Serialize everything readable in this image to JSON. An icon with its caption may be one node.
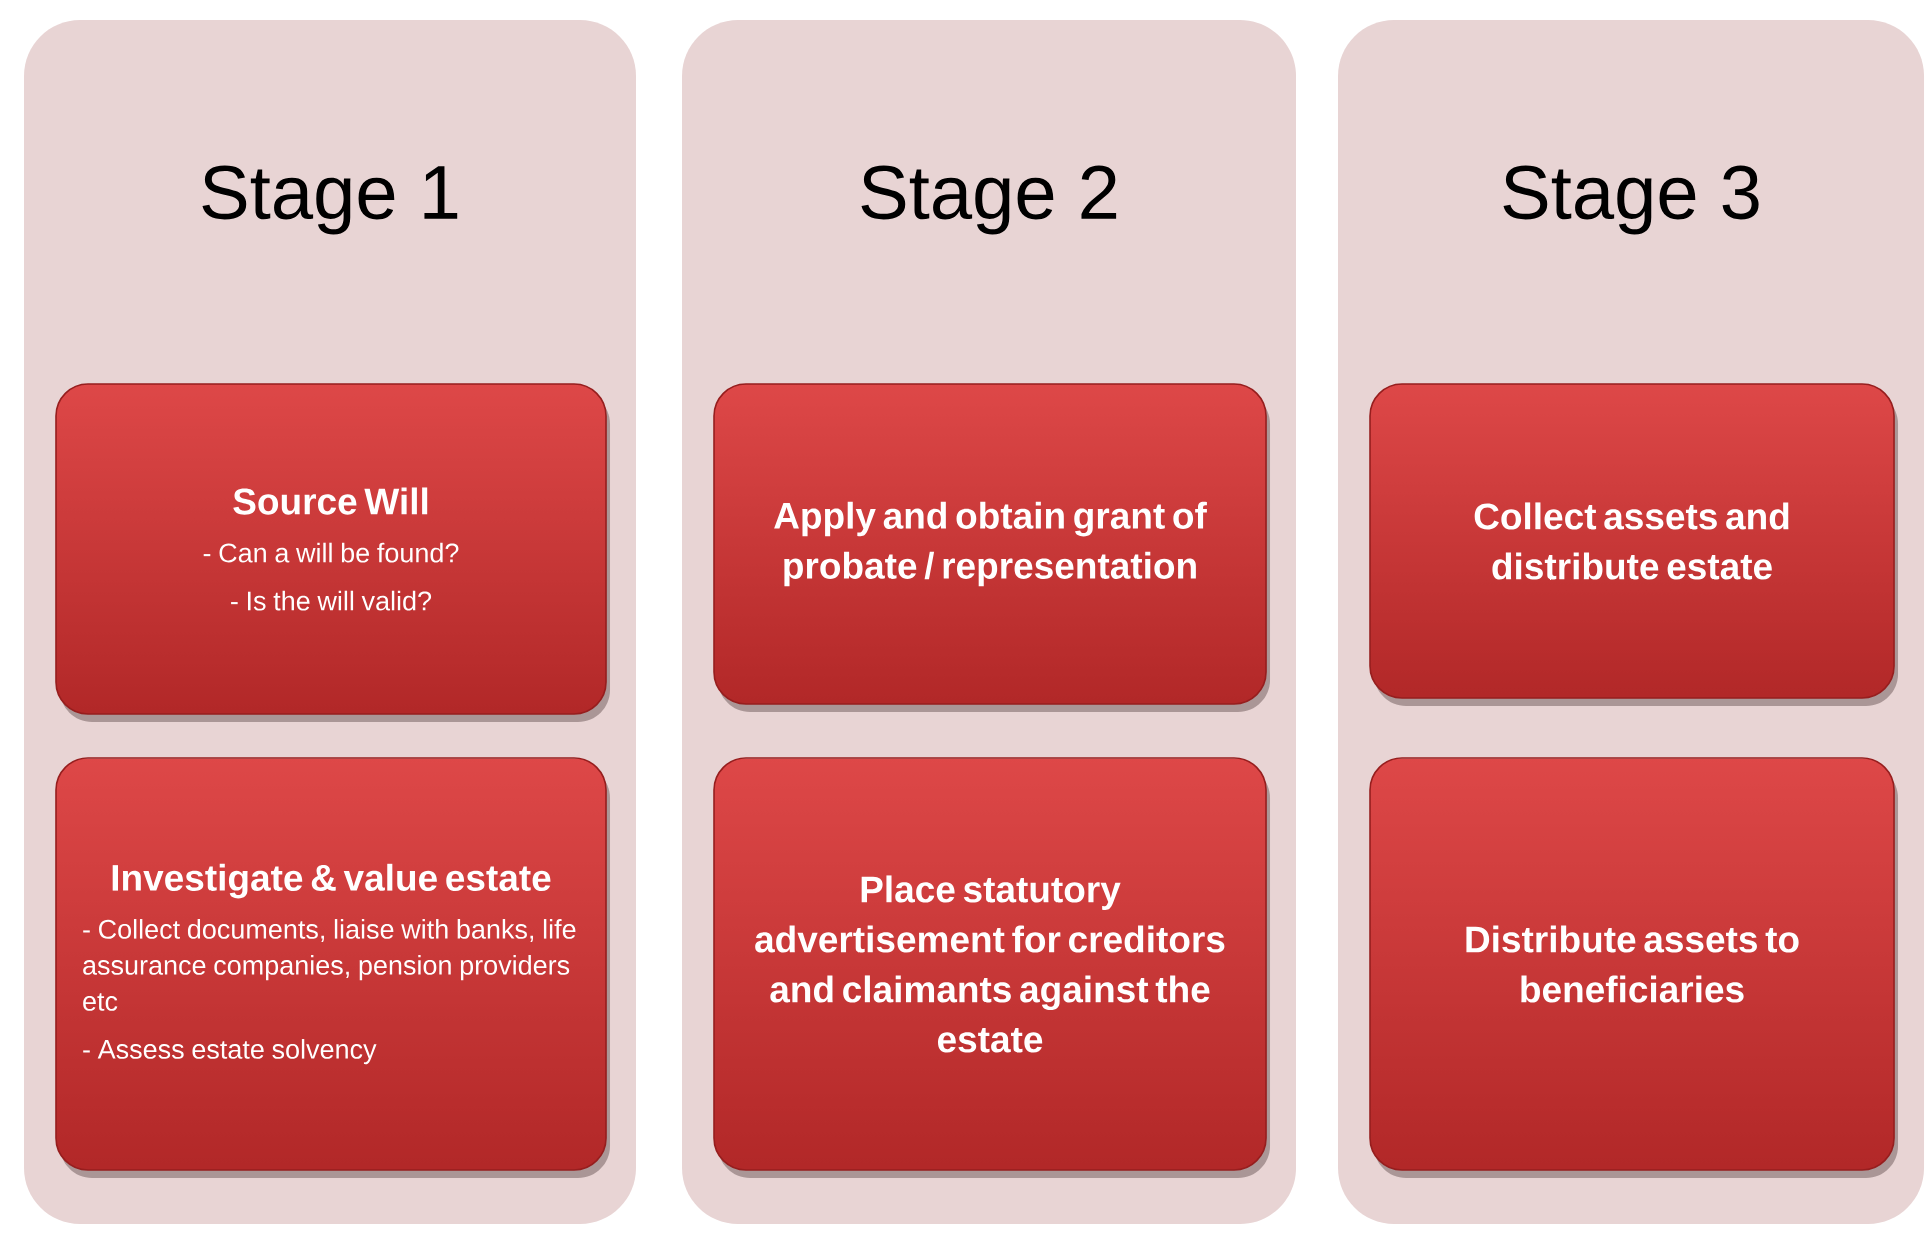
{
  "diagram": {
    "nodes": [
      {
        "text": [
          "Stage 1"
        ]
      },
      {
        "text": [
          "Source Will",
          "- Can a will be found?",
          "- Is the will valid?"
        ],
        "in": 0
      },
      {
        "text": [
          "Investigate & value estate",
          "- Collect documents,  liaise with banks, life assurance companies, pension providers etc",
          "- Assess estate solvency"
        ],
        "in": 0
      },
      {
        "text": [
          "Stage 2"
        ]
      },
      {
        "text": [
          "Apply and obtain grant of probate / representation"
        ],
        "in": 3
      },
      {
        "text": [
          "Place statutory advertisement  for creditors and claimants against the estate"
        ],
        "in": 3
      },
      {
        "text": [
          "Stage 3"
        ]
      },
      {
        "text": [
          "Collect assets and distribute estate"
        ],
        "in": 6
      },
      {
        "text": [
          "Distribute assets to beneficiaries"
        ],
        "in": 6
      }
    ]
  }
}
